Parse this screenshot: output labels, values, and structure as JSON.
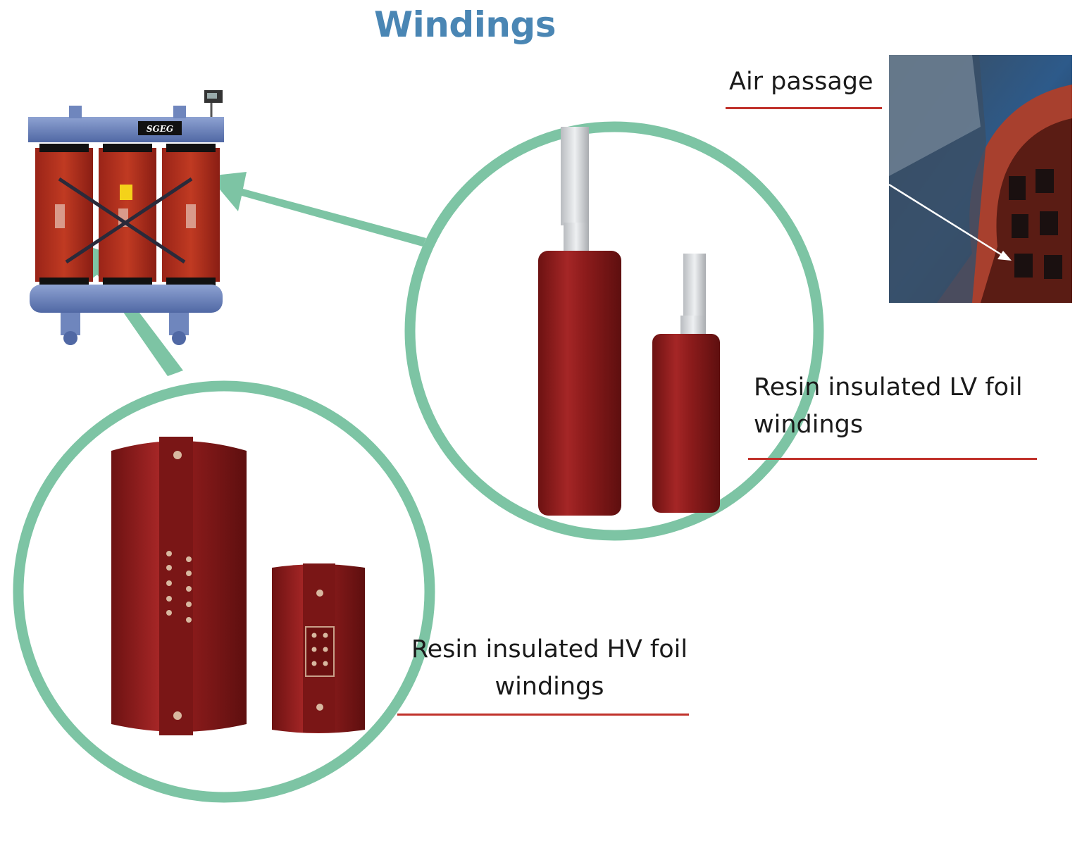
{
  "title": "Windings",
  "labels": {
    "air_passage": "Air passage",
    "lv_line1": "Resin insulated LV foil",
    "lv_line2": "windings",
    "hv_line1": "Resin insulated HV foil",
    "hv_line2": "windings"
  },
  "transformer": {
    "nameplate": "SGEG"
  },
  "colors": {
    "title": "#4a86b4",
    "circle": "#7dc4a4",
    "underline": "#c0322b",
    "resin_red": "#8e1c1c",
    "frame_blue": "#5f79b3"
  },
  "icons": [
    "transformer-illustration",
    "lv-winding-illustration",
    "hv-winding-illustration",
    "air-passage-photo",
    "arrow"
  ]
}
